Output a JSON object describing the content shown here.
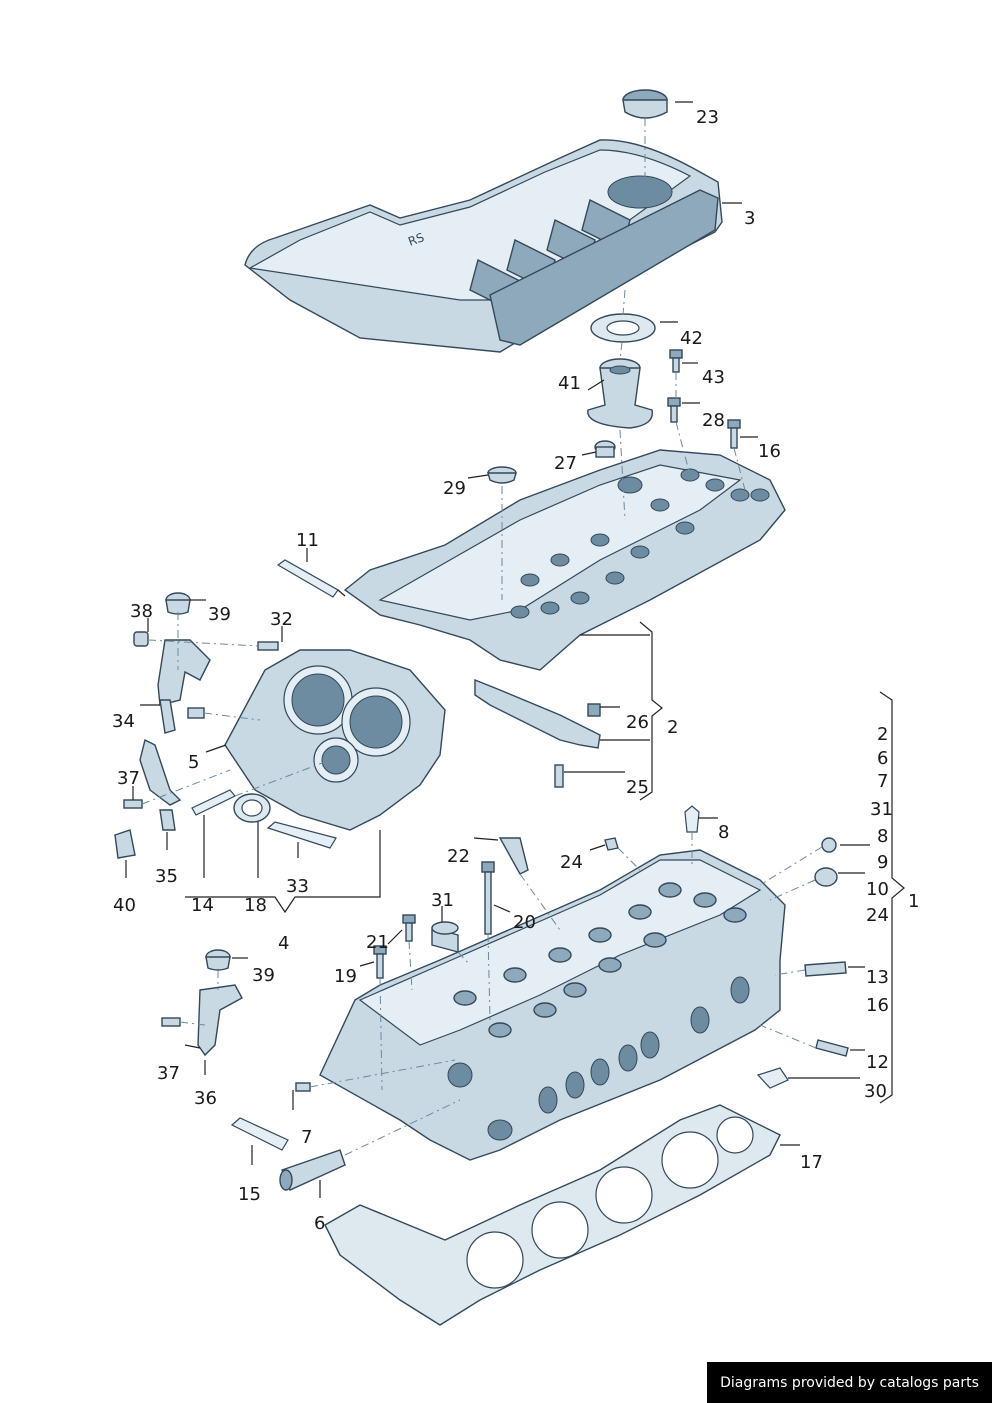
{
  "footer": {
    "text": "Diagrams provided by catalogs parts"
  },
  "callouts": {
    "c23": "23",
    "c3": "3",
    "c42": "42",
    "c43": "43",
    "c41": "41",
    "c28": "28",
    "c16a": "16",
    "c27": "27",
    "c29": "29",
    "c11": "11",
    "c38": "38",
    "c39a": "39",
    "c32": "32",
    "c34": "34",
    "c5": "5",
    "c37a": "37",
    "c35": "35",
    "c40": "40",
    "c14": "14",
    "c18": "18",
    "c33": "33",
    "c4": "4",
    "c26": "26",
    "c2a": "2",
    "c25": "25",
    "c8": "8",
    "c24a": "24",
    "c22": "22",
    "c31a": "31",
    "c20": "20",
    "c21": "21",
    "c19": "19",
    "c39b": "39",
    "c37b": "37",
    "c36": "36",
    "c7a": "7",
    "c15": "15",
    "c6a": "6",
    "c17": "17",
    "c13": "13",
    "c16b": "16",
    "c12": "12",
    "c30": "30",
    "c1": "1",
    "g2": "2",
    "g6": "6",
    "g7": "7",
    "g31": "31",
    "g8": "8",
    "g9": "9",
    "g10": "10",
    "g24": "24"
  }
}
